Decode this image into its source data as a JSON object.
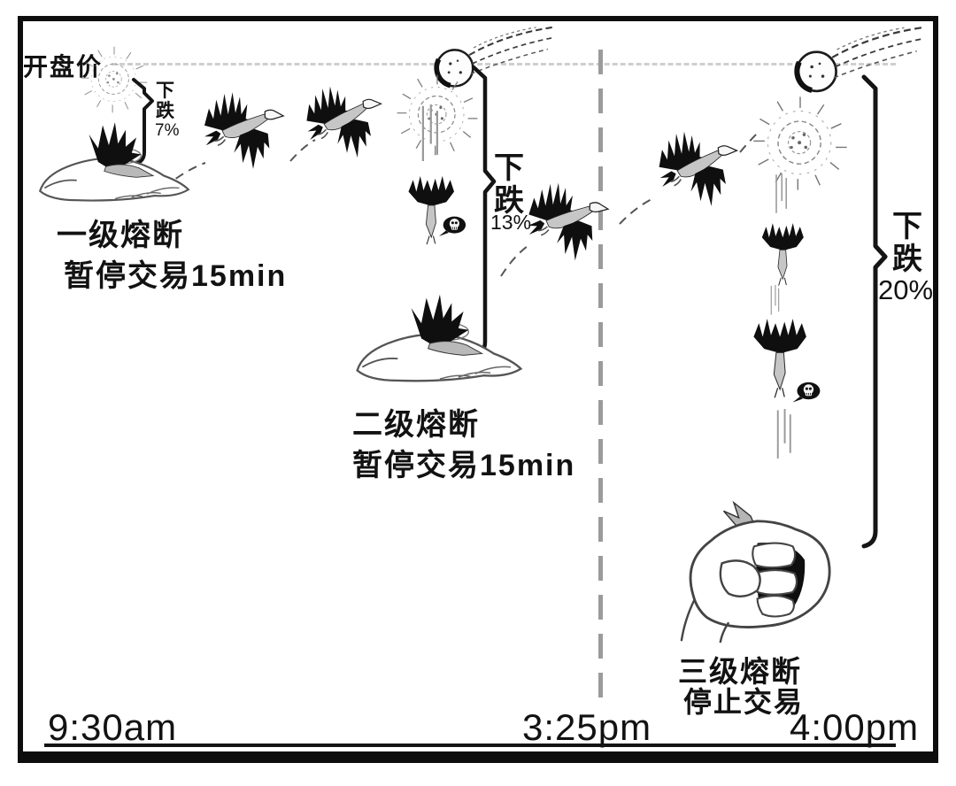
{
  "opening_price": {
    "label": "开盘价"
  },
  "stages": [
    {
      "name": "一级熔断",
      "action": "暂停交易15min",
      "drop_label": "下跌",
      "drop_value": "7%"
    },
    {
      "name": "二级熔断",
      "action": "暂停交易15min",
      "drop_label": "下跌",
      "drop_value": "13%"
    },
    {
      "name": "三级熔断",
      "action": "停止交易",
      "drop_label": "下跌",
      "drop_value": "20%"
    }
  ],
  "timeline": {
    "open_time": "9:30am",
    "halt_cutoff_time": "3:25pm",
    "close_time": "4:00pm"
  },
  "icons": {
    "eagle-flying-icon": "🦅",
    "eagle-falling-icon": "🦅",
    "eagle-crashed-on-hand-icon": "✋",
    "fist-gripping-eagle-icon": "✊",
    "comet-icon": "☄",
    "virus-burst-icon": "✸",
    "skull-speech-bubble-icon": "💀"
  },
  "colors": {
    "ink": "#121212",
    "paper": "#ffffff",
    "sketch_gray": "#888888",
    "price_line_gray": "#cfcfcf",
    "divider_gray": "#9b9b9b"
  }
}
